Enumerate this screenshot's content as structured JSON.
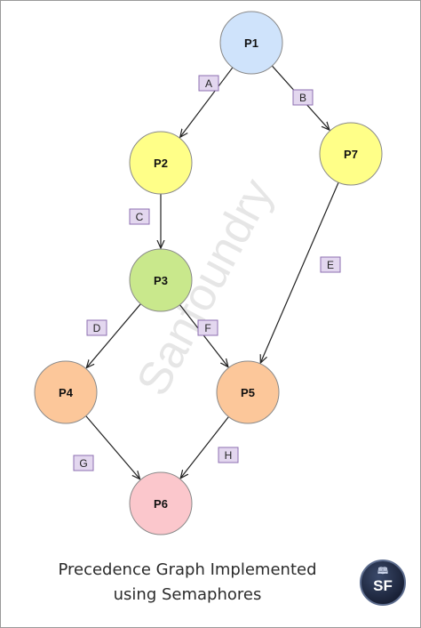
{
  "watermark": "Sanfoundry",
  "caption": {
    "line1": "Precedence Graph Implemented",
    "line2": "using Semaphores"
  },
  "logo": {
    "text": "SF",
    "icon": "book-icon"
  },
  "colors": {
    "blue": "#cfe3fb",
    "yellow": "#ffff88",
    "green": "#c9e88c",
    "orange": "#fcc79a",
    "pink": "#fbc7cc",
    "edge_label_fill": "#e3d7ef"
  },
  "nodes": [
    {
      "id": "P1",
      "label": "P1",
      "color": "#cfe3fb"
    },
    {
      "id": "P2",
      "label": "P2",
      "color": "#ffff88"
    },
    {
      "id": "P7",
      "label": "P7",
      "color": "#ffff88"
    },
    {
      "id": "P3",
      "label": "P3",
      "color": "#c9e88c"
    },
    {
      "id": "P4",
      "label": "P4",
      "color": "#fcc79a"
    },
    {
      "id": "P5",
      "label": "P5",
      "color": "#fcc79a"
    },
    {
      "id": "P6",
      "label": "P6",
      "color": "#fbc7cc"
    }
  ],
  "edges": [
    {
      "from": "P1",
      "to": "P2",
      "label": "A"
    },
    {
      "from": "P1",
      "to": "P7",
      "label": "B"
    },
    {
      "from": "P2",
      "to": "P3",
      "label": "C"
    },
    {
      "from": "P3",
      "to": "P4",
      "label": "D"
    },
    {
      "from": "P7",
      "to": "P5",
      "label": "E"
    },
    {
      "from": "P3",
      "to": "P5",
      "label": "F"
    },
    {
      "from": "P4",
      "to": "P6",
      "label": "G"
    },
    {
      "from": "P5",
      "to": "P6",
      "label": "H"
    }
  ]
}
